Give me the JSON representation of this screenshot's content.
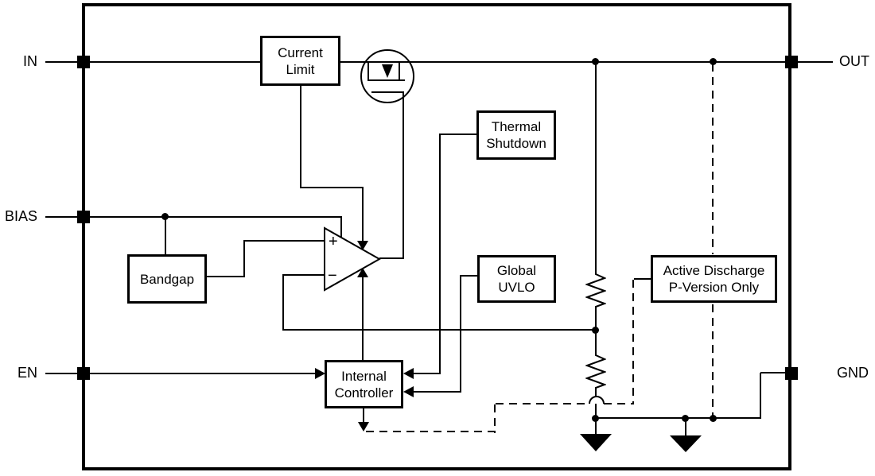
{
  "diagram": {
    "pins": [
      {
        "id": "in",
        "label": "IN"
      },
      {
        "id": "bias",
        "label": "BIAS"
      },
      {
        "id": "en",
        "label": "EN"
      },
      {
        "id": "out",
        "label": "OUT"
      },
      {
        "id": "gnd",
        "label": "GND"
      }
    ],
    "blocks": [
      {
        "id": "current-limit",
        "lines": [
          "Current",
          "Limit"
        ]
      },
      {
        "id": "thermal-shutdown",
        "lines": [
          "Thermal",
          "Shutdown"
        ]
      },
      {
        "id": "bandgap",
        "lines": [
          "Bandgap"
        ]
      },
      {
        "id": "global-uvlo",
        "lines": [
          "Global",
          "UVLO"
        ]
      },
      {
        "id": "internal-controller",
        "lines": [
          "Internal",
          "Controller"
        ]
      },
      {
        "id": "active-discharge",
        "lines": [
          "Active Discharge",
          "P-Version Only"
        ]
      }
    ],
    "amplifier": {
      "plus_label": "+",
      "minus_label": "−"
    },
    "symbols": [
      "pmos-pass-fet",
      "error-amplifier",
      "feedback-resistor-upper",
      "feedback-resistor-lower",
      "ground-symbol",
      "ground-symbol"
    ],
    "line_style_note": "dashed = P-Version only active discharge path",
    "colors": {
      "line": "#000000",
      "background": "#ffffff"
    }
  }
}
